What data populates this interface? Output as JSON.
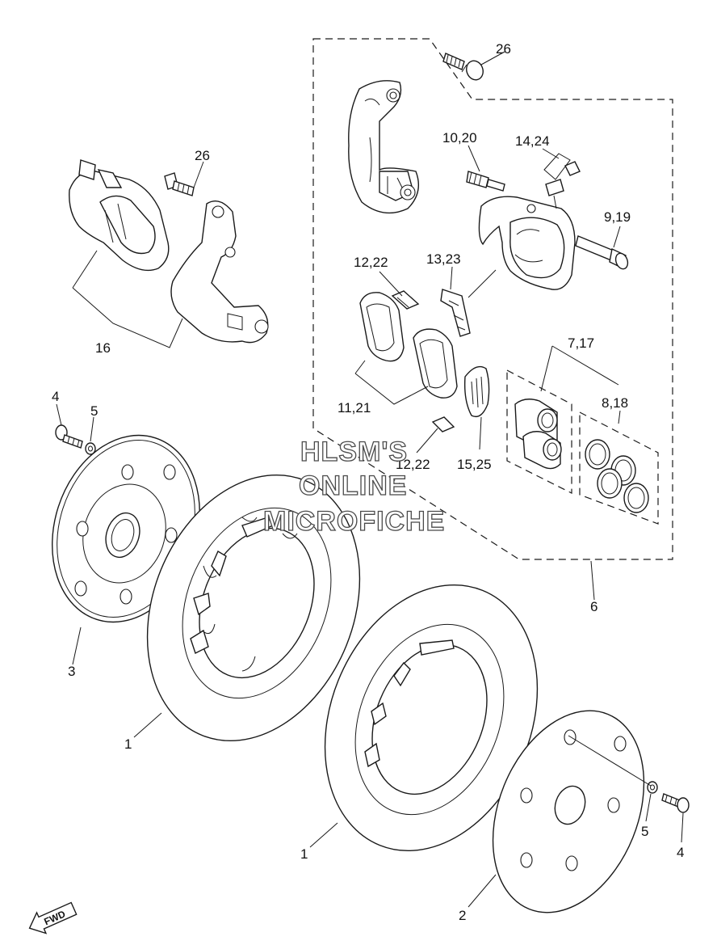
{
  "callouts": {
    "c26a": "26",
    "c26b": "26",
    "c10_20": "10,20",
    "c14_24": "14,24",
    "c9_19": "9,19",
    "c12_22a": "12,22",
    "c13_23": "13,23",
    "c16": "16",
    "c11_21": "11,21",
    "c7_17": "7,17",
    "c8_18": "8,18",
    "c12_22b": "12,22",
    "c15_25": "15,25",
    "c4a": "4",
    "c5a": "5",
    "c6": "6",
    "c3": "3",
    "c1a": "1",
    "c1b": "1",
    "c5b": "5",
    "c4b": "4",
    "c2": "2"
  },
  "watermark": {
    "line1": "HLSM'S",
    "line2": "ONLINE",
    "line3": "MICROFICHE"
  },
  "fwd_label": "FWD"
}
